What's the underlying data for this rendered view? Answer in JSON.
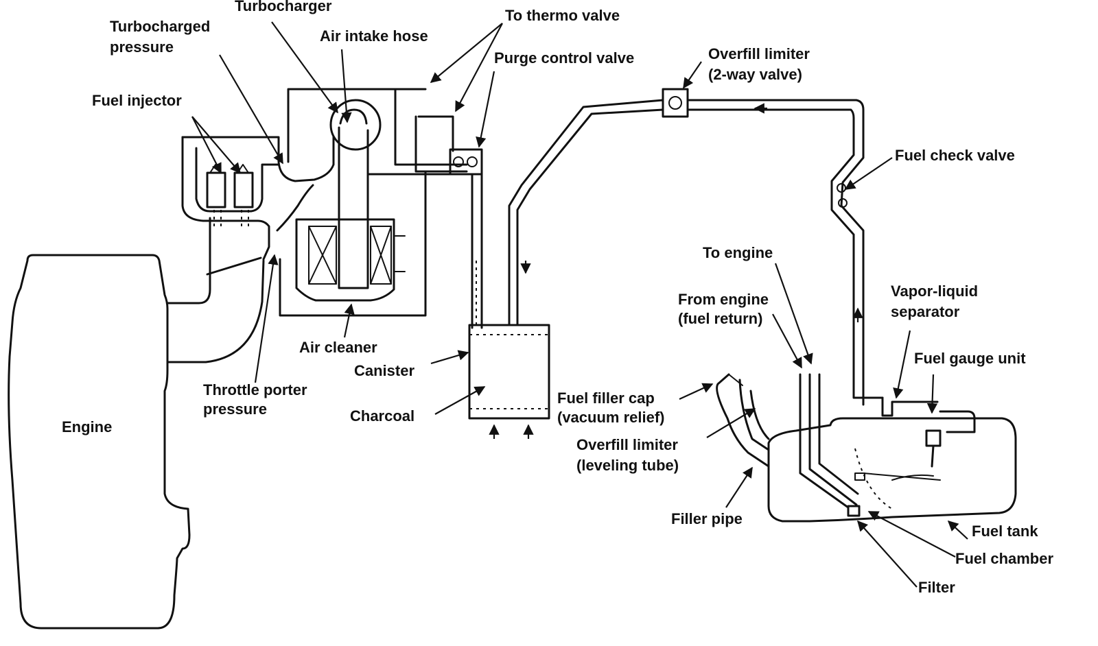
{
  "labels": {
    "turbocharger": "Turbocharger",
    "turbocharged_pressure_1": "Turbocharged",
    "turbocharged_pressure_2": "pressure",
    "air_intake_hose": "Air intake hose",
    "to_thermo_valve": "To thermo valve",
    "purge_control_valve": "Purge control valve",
    "overfill_limiter_2way_1": "Overfill limiter",
    "overfill_limiter_2way_2": "(2-way valve)",
    "fuel_injector": "Fuel injector",
    "fuel_check_valve": "Fuel check valve",
    "to_engine": "To engine",
    "from_engine_1": "From engine",
    "from_engine_2": "(fuel return)",
    "vapor_liquid_1": "Vapor-liquid",
    "vapor_liquid_2": "separator",
    "fuel_gauge_unit": "Fuel gauge unit",
    "air_cleaner": "Air cleaner",
    "canister": "Canister",
    "charcoal": "Charcoal",
    "throttle_porter_1": "Throttle porter",
    "throttle_porter_2": "pressure",
    "engine": "Engine",
    "fuel_filler_cap_1": "Fuel filler cap",
    "fuel_filler_cap_2": "(vacuum relief)",
    "overfill_limiter_level_1": "Overfill limiter",
    "overfill_limiter_level_2": "(leveling tube)",
    "filler_pipe": "Filler pipe",
    "fuel_tank": "Fuel tank",
    "fuel_chamber": "Fuel chamber",
    "filter": "Filter"
  }
}
